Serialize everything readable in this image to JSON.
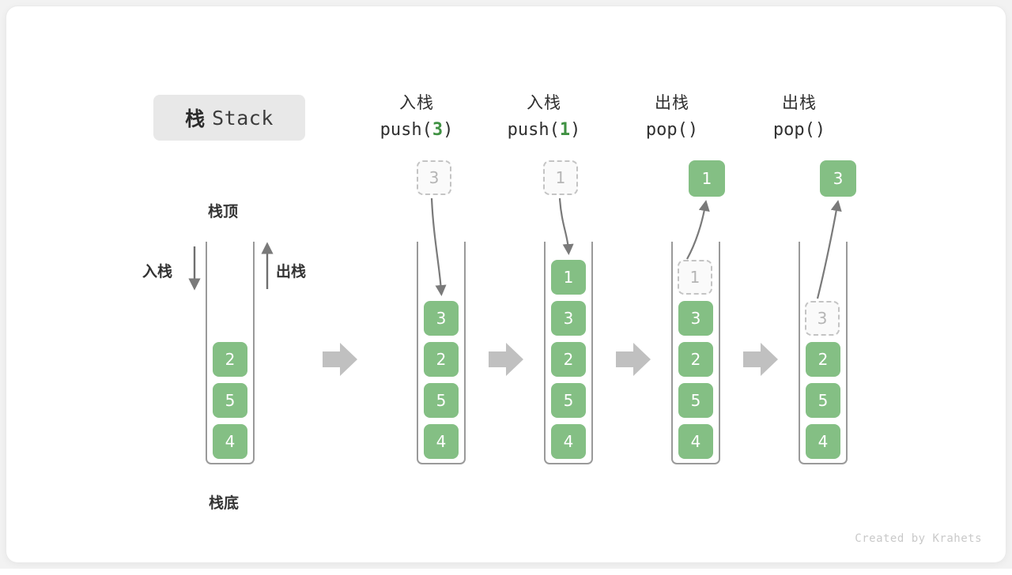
{
  "diagram": {
    "title_cn": "栈",
    "title_en": "Stack",
    "top_label": "栈顶",
    "bottom_label": "栈底",
    "push_label": "入栈",
    "pop_label": "出栈",
    "footer": "Created by Krahets",
    "colors": {
      "box_green": "#84bf84",
      "code_green": "#3f9142",
      "ghost_gray": "#b5b5b5",
      "arrow_gray": "#7a7a7a",
      "block_arrow_gray": "#c0c0c0",
      "badge_bg": "#e8e8e8",
      "container_stroke": "#9a9a9a",
      "card_bg": "#ffffff"
    },
    "columns": [
      {
        "id": "initial",
        "header_cn": "",
        "header_code": "",
        "stack": [
          "2",
          "5",
          "4"
        ],
        "ghost_index": -1,
        "ghost_value": "",
        "above_box_value": "",
        "above_box_style": ""
      },
      {
        "id": "push-3",
        "header_cn": "入栈",
        "header_code_prefix": "push(",
        "header_code_num": "3",
        "header_code_suffix": ")",
        "stack": [
          "3",
          "2",
          "5",
          "4"
        ],
        "ghost_index": -1,
        "ghost_value": "",
        "above_box_value": "3",
        "above_box_style": "ghost"
      },
      {
        "id": "push-1",
        "header_cn": "入栈",
        "header_code_prefix": "push(",
        "header_code_num": "1",
        "header_code_suffix": ")",
        "stack": [
          "1",
          "3",
          "2",
          "5",
          "4"
        ],
        "ghost_index": -1,
        "ghost_value": "",
        "above_box_value": "1",
        "above_box_style": "ghost"
      },
      {
        "id": "pop-1",
        "header_cn": "出栈",
        "header_code_prefix": "pop(",
        "header_code_num": "",
        "header_code_suffix": ")",
        "stack": [
          "1",
          "3",
          "2",
          "5",
          "4"
        ],
        "ghost_index": 0,
        "ghost_value": "1",
        "above_box_value": "1",
        "above_box_style": "result"
      },
      {
        "id": "pop-2",
        "header_cn": "出栈",
        "header_code_prefix": "pop(",
        "header_code_num": "",
        "header_code_suffix": ")",
        "stack": [
          "3",
          "2",
          "5",
          "4"
        ],
        "ghost_index": 0,
        "ghost_value": "3",
        "above_box_value": "3",
        "above_box_style": "result"
      }
    ]
  },
  "boxes": {
    "c0_b0": "2",
    "c0_b1": "5",
    "c0_b2": "4",
    "c1_b0": "3",
    "c1_b1": "2",
    "c1_b2": "5",
    "c1_b3": "4",
    "c1_ghost": "3",
    "c2_b0": "1",
    "c2_b1": "3",
    "c2_b2": "2",
    "c2_b3": "5",
    "c2_b4": "4",
    "c2_ghost": "1",
    "c3_ghost": "1",
    "c3_b1": "3",
    "c3_b2": "2",
    "c3_b3": "5",
    "c3_b4": "4",
    "c3_result": "1",
    "c4_ghost": "3",
    "c4_b1": "2",
    "c4_b2": "5",
    "c4_b3": "4",
    "c4_result": "3"
  },
  "headers": {
    "h1_cn": "入栈",
    "h1_code_pre": "push(",
    "h1_code_num": "3",
    "h1_code_post": ")",
    "h2_cn": "入栈",
    "h2_code_pre": "push(",
    "h2_code_num": "1",
    "h2_code_post": ")",
    "h3_cn": "出栈",
    "h3_code_pre": "pop(",
    "h3_code_num": "",
    "h3_code_post": ")",
    "h4_cn": "出栈",
    "h4_code_pre": "pop(",
    "h4_code_num": "",
    "h4_code_post": ")"
  }
}
